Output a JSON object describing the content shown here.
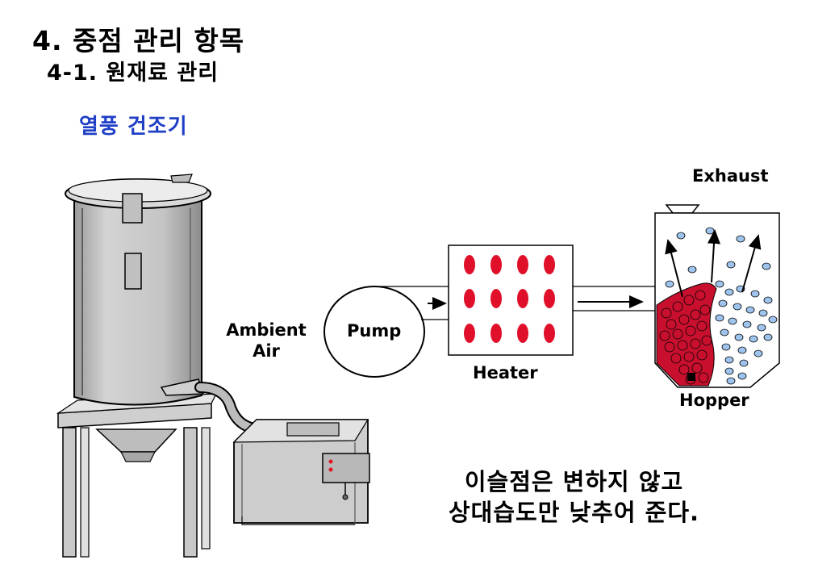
{
  "title": "4. 중점 관리 항목",
  "subtitle": "4-1. 원재료 관리",
  "heading": "열풍 건조기",
  "labels": {
    "exhaust": "Exhaust",
    "ambient_air": "Ambient Air",
    "ambient_line1": "Ambient",
    "ambient_line2": "Air",
    "pump": "Pump",
    "heater": "Heater",
    "hopper": "Hopper"
  },
  "caption": {
    "line1": "이슬점은 변하지 않고",
    "line2": "상대습도만 낮추어 준다."
  },
  "colors": {
    "heading": "#1f3fc6",
    "heater_element": "#e0102a",
    "resin_pellets": "#c8102e",
    "moisture_bubbles": "#9ec4ee",
    "machine_body": "#c8c8c8"
  }
}
